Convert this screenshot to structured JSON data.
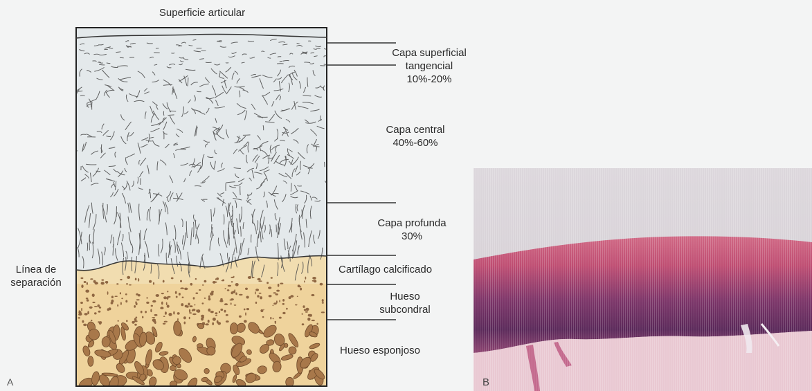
{
  "panel_a": {
    "letter": "A",
    "surface_label": "Superficie articular",
    "zones": [
      {
        "name_lines": [
          "Capa superficial",
          "tangencial"
        ],
        "percent": "10%-20%"
      },
      {
        "name_lines": [
          "Capa central"
        ],
        "percent": "40%-60%"
      },
      {
        "name_lines": [
          "Capa profunda"
        ],
        "percent": "30%"
      },
      {
        "name_lines": [
          "Cartílago calcificado"
        ],
        "percent": ""
      },
      {
        "name_lines": [
          "Hueso",
          "subcondral"
        ],
        "percent": ""
      },
      {
        "name_lines": [
          "Hueso esponjoso"
        ],
        "percent": ""
      }
    ],
    "tidemark_label_lines": [
      "Línea de",
      "separación"
    ],
    "colors": {
      "cartilage": "#e6eaec",
      "calcified": "#f2dcaa",
      "bone": "#efd29a",
      "trabecula": "#a8784a",
      "fiber": "#4b4b4b"
    }
  },
  "panel_b": {
    "letter": "B",
    "colors": {
      "background": "#d9d3d8",
      "cartilage_top": "#c8587a",
      "cartilage_deep": "#6a2e62",
      "bone": "#e8c6d0"
    }
  }
}
